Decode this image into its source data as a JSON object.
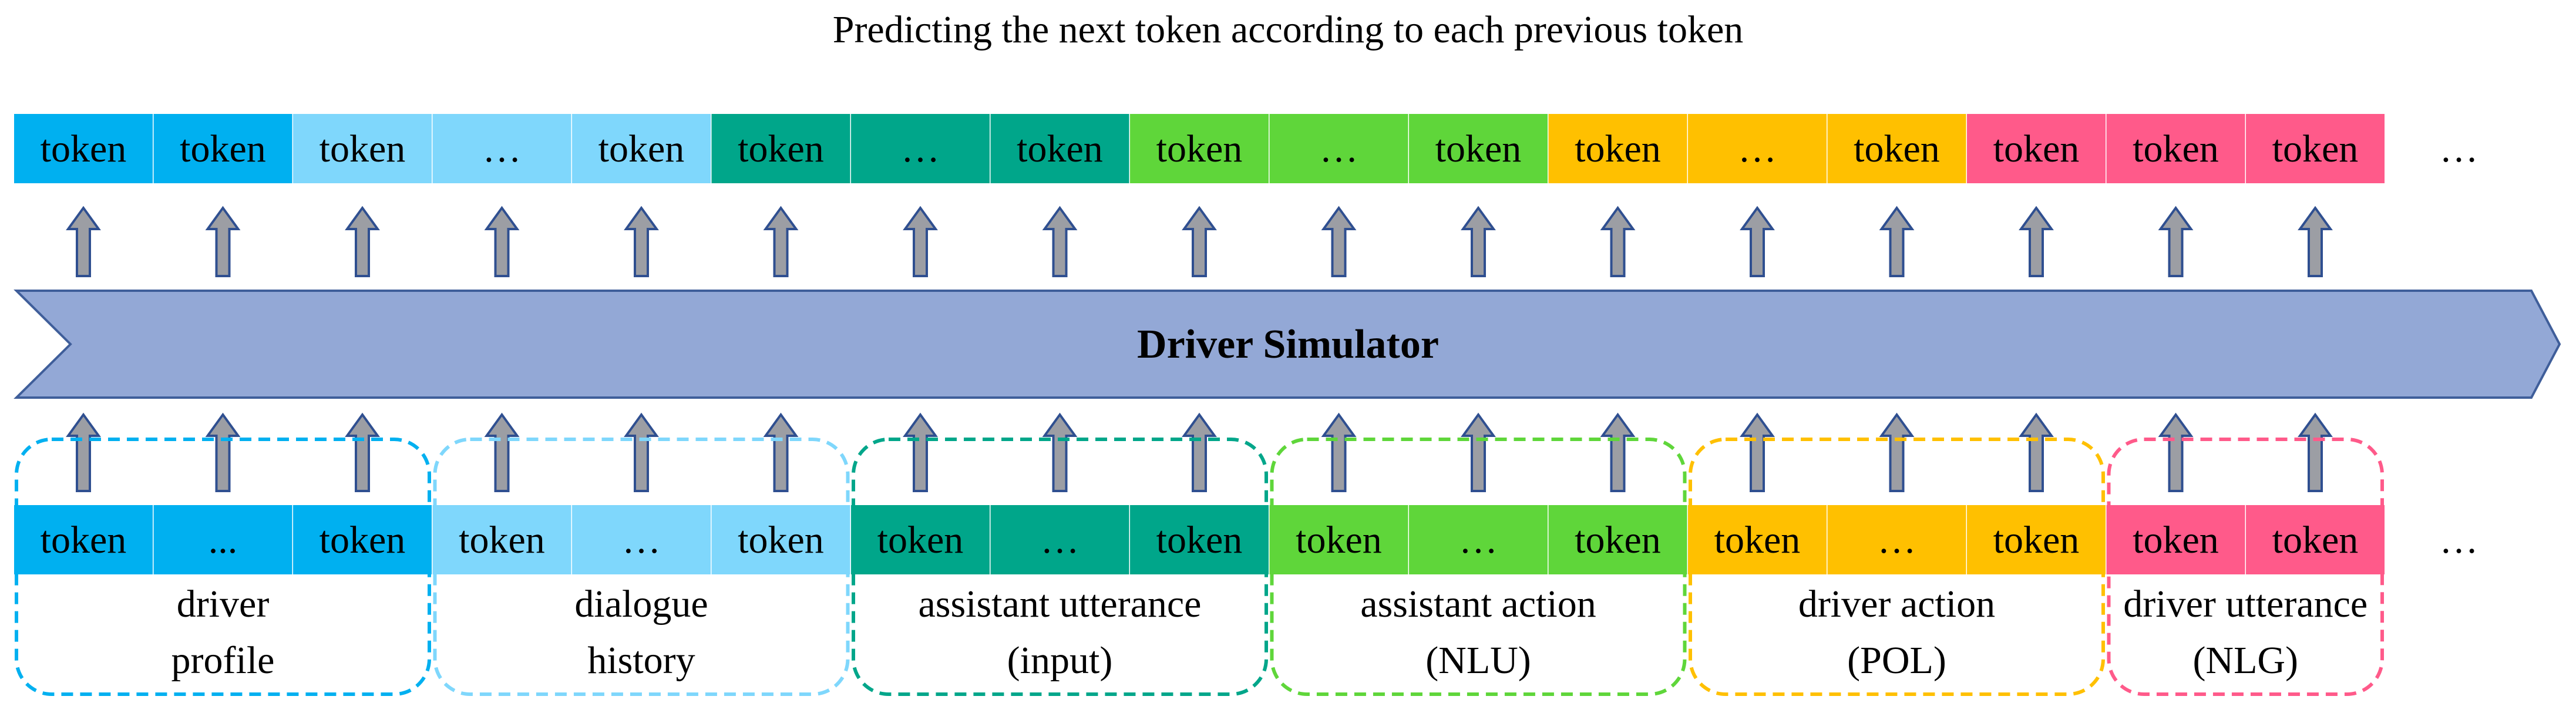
{
  "title": "Predicting the next token according to each previous token",
  "model_label": "Driver Simulator",
  "colors": {
    "profile": "#00b0f0",
    "history": "#7fd7fc",
    "utterance_input": "#00a68a",
    "nlu": "#5fd63a",
    "pol": "#ffc000",
    "nlg": "#ff5a8a",
    "arrow_fill": "#93a8d6",
    "arrow_stroke": "#3f5e9a",
    "small_arrow_fill": "#9c9ea4",
    "small_arrow_stroke": "#2f4f90"
  },
  "output_tokens": [
    {
      "text": "token",
      "group": "profile"
    },
    {
      "text": "token",
      "group": "profile"
    },
    {
      "text": "token",
      "group": "history"
    },
    {
      "text": "…",
      "group": "history"
    },
    {
      "text": "token",
      "group": "history"
    },
    {
      "text": "token",
      "group": "utterance_input"
    },
    {
      "text": "…",
      "group": "utterance_input"
    },
    {
      "text": "token",
      "group": "utterance_input"
    },
    {
      "text": "token",
      "group": "nlu"
    },
    {
      "text": "…",
      "group": "nlu"
    },
    {
      "text": "token",
      "group": "nlu"
    },
    {
      "text": "token",
      "group": "pol"
    },
    {
      "text": "…",
      "group": "pol"
    },
    {
      "text": "token",
      "group": "pol"
    },
    {
      "text": "token",
      "group": "nlg"
    },
    {
      "text": "token",
      "group": "nlg"
    },
    {
      "text": "token",
      "group": "nlg"
    }
  ],
  "output_ellipsis": "…",
  "input_tokens": [
    {
      "text": "token",
      "group": "profile"
    },
    {
      "text": "...",
      "group": "profile"
    },
    {
      "text": "token",
      "group": "profile"
    },
    {
      "text": "token",
      "group": "history"
    },
    {
      "text": "…",
      "group": "history"
    },
    {
      "text": "token",
      "group": "history"
    },
    {
      "text": "token",
      "group": "utterance_input"
    },
    {
      "text": "…",
      "group": "utterance_input"
    },
    {
      "text": "token",
      "group": "utterance_input"
    },
    {
      "text": "token",
      "group": "nlu"
    },
    {
      "text": "…",
      "group": "nlu"
    },
    {
      "text": "token",
      "group": "nlu"
    },
    {
      "text": "token",
      "group": "pol"
    },
    {
      "text": "…",
      "group": "pol"
    },
    {
      "text": "token",
      "group": "pol"
    },
    {
      "text": "token",
      "group": "nlg"
    },
    {
      "text": "token",
      "group": "nlg"
    }
  ],
  "input_ellipsis": "…",
  "segments": [
    {
      "key": "profile",
      "line1": "driver",
      "line2": "profile"
    },
    {
      "key": "history",
      "line1": "dialogue",
      "line2": "history"
    },
    {
      "key": "utterance_input",
      "line1": "assistant utterance",
      "line2": "(input)"
    },
    {
      "key": "nlu",
      "line1": "assistant action",
      "line2": "(NLU)"
    },
    {
      "key": "pol",
      "line1": "driver action",
      "line2": "(POL)"
    },
    {
      "key": "nlg",
      "line1": "driver utterance",
      "line2": "(NLG)"
    }
  ]
}
